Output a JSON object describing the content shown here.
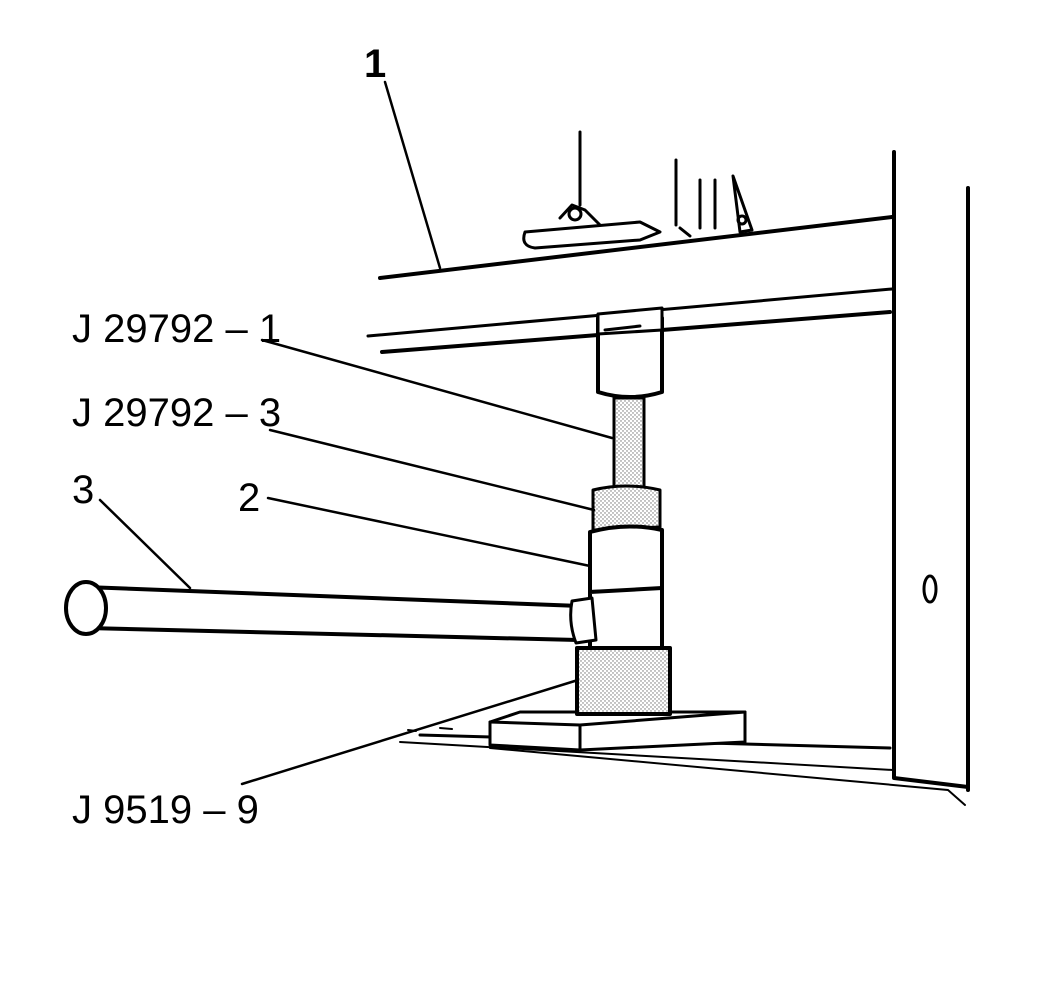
{
  "figure": {
    "callouts": {
      "frame": "1",
      "adapter_upper": "J 29792 – 1",
      "adapter_lower": "J 29792 – 3",
      "jack_handle": "3",
      "jack": "2",
      "base_adapter": "J 9519 – 9"
    }
  },
  "colors": {
    "line": "#000000",
    "background": "#ffffff",
    "stipple": "#8a8a8a"
  }
}
